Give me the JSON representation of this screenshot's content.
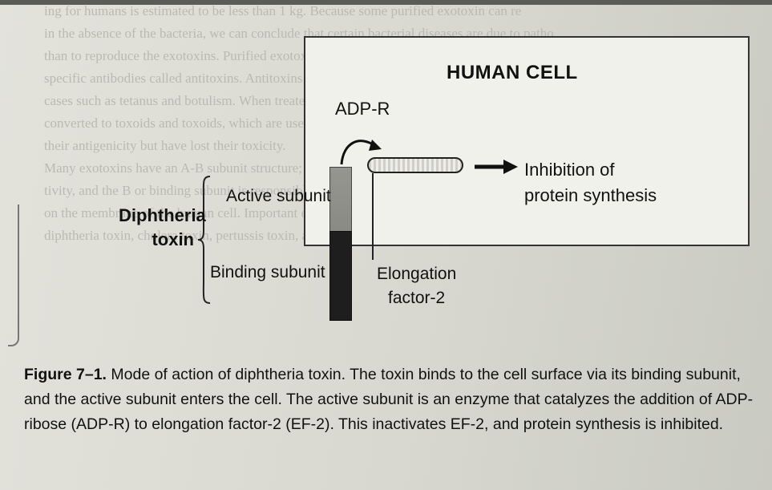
{
  "figure": {
    "title": "HUMAN CELL",
    "adp_label": "ADP-R",
    "effect": [
      "Inhibition of",
      "protein synthesis"
    ],
    "toxin_name": [
      "Diphtheria",
      "toxin"
    ],
    "active_subunit": "Active subunit",
    "binding_subunit": "Binding subunit",
    "ef2_label": [
      "Elongation",
      "factor-2"
    ]
  },
  "caption": {
    "label": "Figure 7–1.",
    "lines": [
      "Mode of action of diphtheria toxin. The toxin binds to the cell surface via its binding subunit,",
      "and the active subunit enters the cell. The active subunit is an enzyme that catalyzes the addition of ADP-",
      "ribose (ADP-R) to elongation factor-2 (EF-2). This inactivates EF-2, and protein synthesis is inhibited."
    ]
  },
  "background_text": [
    "ing for humans is estimated to be less than 1 kg. Because some purified exotoxin can re",
    "in the absence of the bacteria, we can conclude that certain bacterial diseases are due to patho",
    "than to reproduce the exotoxins. Purified exotoxins are good antigens, so they induce the sp",
    "specific antibodies called antitoxins. Antitoxins are useful in prevention or treatment",
    "cases such as tetanus and botulism. When treated with formaldehyde (or acid or heat), the e",
    "converted to toxoids and toxoids, which are used in protective vaccines because the",
    "their antigenicity but have lost their toxicity.",
    "Many exotoxins have an A-B subunit structure; the A or active subunit possesses the toxic",
    "tivity, and the B or binding subunit is responsible for binding the exotoxin to specific recep",
    "on the membrane of the human cell. Important exotoxins that have an A-B subunit structure",
    "diphtheria toxin, cholera toxin, pertussis toxin, and the enterotoxin of E. coli"
  ]
}
